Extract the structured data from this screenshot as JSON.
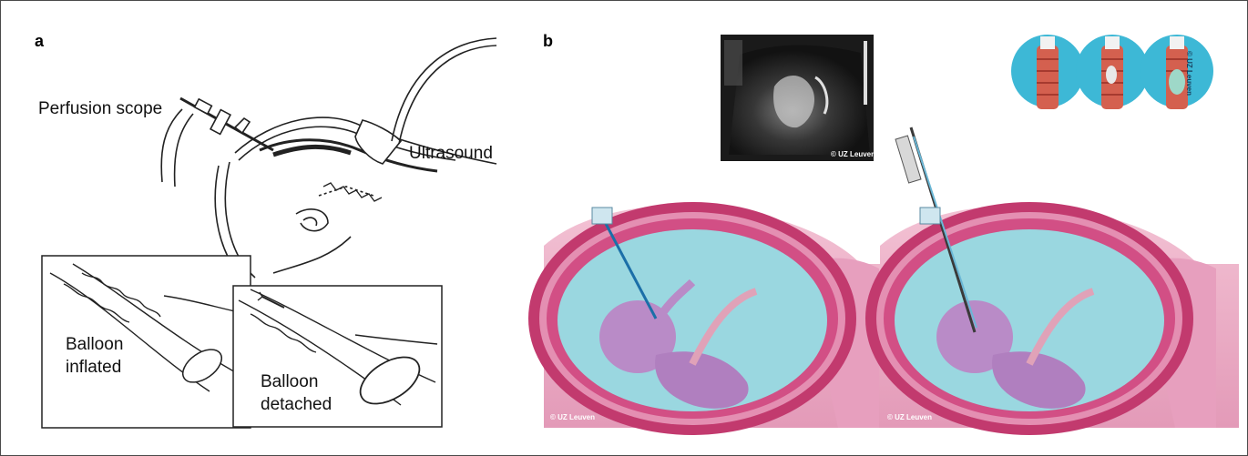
{
  "panels": {
    "a": {
      "letter": "a",
      "labels": {
        "perfusion_scope": "Perfusion scope",
        "ultrasound": "Ultrasound",
        "balloon_inflated_line1": "Balloon",
        "balloon_inflated_line2": "inflated",
        "balloon_detached_line1": "Balloon",
        "balloon_detached_line2": "detached"
      }
    },
    "b": {
      "letter": "b",
      "credits": {
        "ultrasound_image": "© UZ Leuven",
        "uterus_left": "© UZ Leuven",
        "uterus_right": "© UZ Leuven",
        "trachea_insets": "© UZ Leuven"
      }
    }
  },
  "colors": {
    "uterus_wall": "#c23a6e",
    "uterus_outer": "#e9a7c2",
    "amniotic_fluid": "#9ad7e0",
    "fetus": "#b98bc7",
    "inset_bg": "#3db8d6",
    "trachea": "#d4604f"
  }
}
